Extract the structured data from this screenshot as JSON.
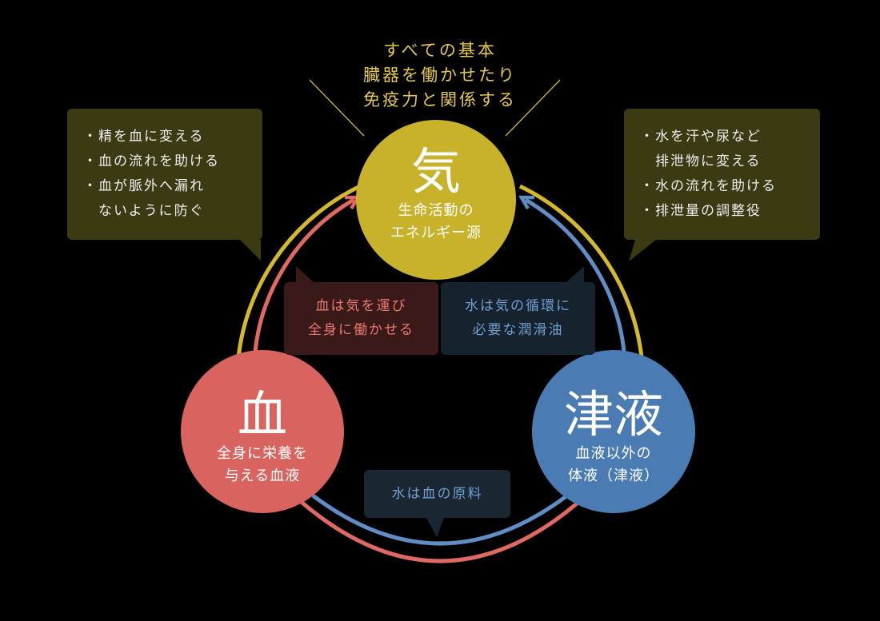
{
  "top_note": [
    "すべての基本",
    "臓器を働かせたり",
    "免疫力と関係する"
  ],
  "nodes": {
    "ki": {
      "title": "気",
      "desc": [
        "生命活動の",
        "エネルギー源"
      ],
      "color": "#c8b22a"
    },
    "ketsu": {
      "title": "血",
      "desc": [
        "全身に栄養を",
        "与える血液"
      ],
      "color": "#d9645f"
    },
    "shineki": {
      "title": "津液",
      "desc": [
        "血液以外の",
        "体液（津液）"
      ],
      "color": "#4a7cb3"
    }
  },
  "callouts": {
    "left": [
      "・精を血に変える",
      "・血の流れを助ける",
      "・血が脈外へ漏れ",
      "　ないように防ぐ"
    ],
    "right": [
      "・水を汗や尿など",
      "　排泄物に変える",
      "・水の流れを助ける",
      "・排泄量の調整役"
    ],
    "mid_left": [
      "血は気を運び",
      "全身に働かせる"
    ],
    "mid_right": [
      "水は気の循環に",
      "必要な潤滑油"
    ],
    "bottom": "水は血の原料"
  },
  "colors": {
    "background": "#000000",
    "ki_arrow": "#d4b92c",
    "ketsu_arrow": "#e06a63",
    "shineki_arrow": "#5f8dc4",
    "callout_olive": "#3c3a13",
    "callout_red": "#3a1a19",
    "callout_blue": "#16222d"
  }
}
